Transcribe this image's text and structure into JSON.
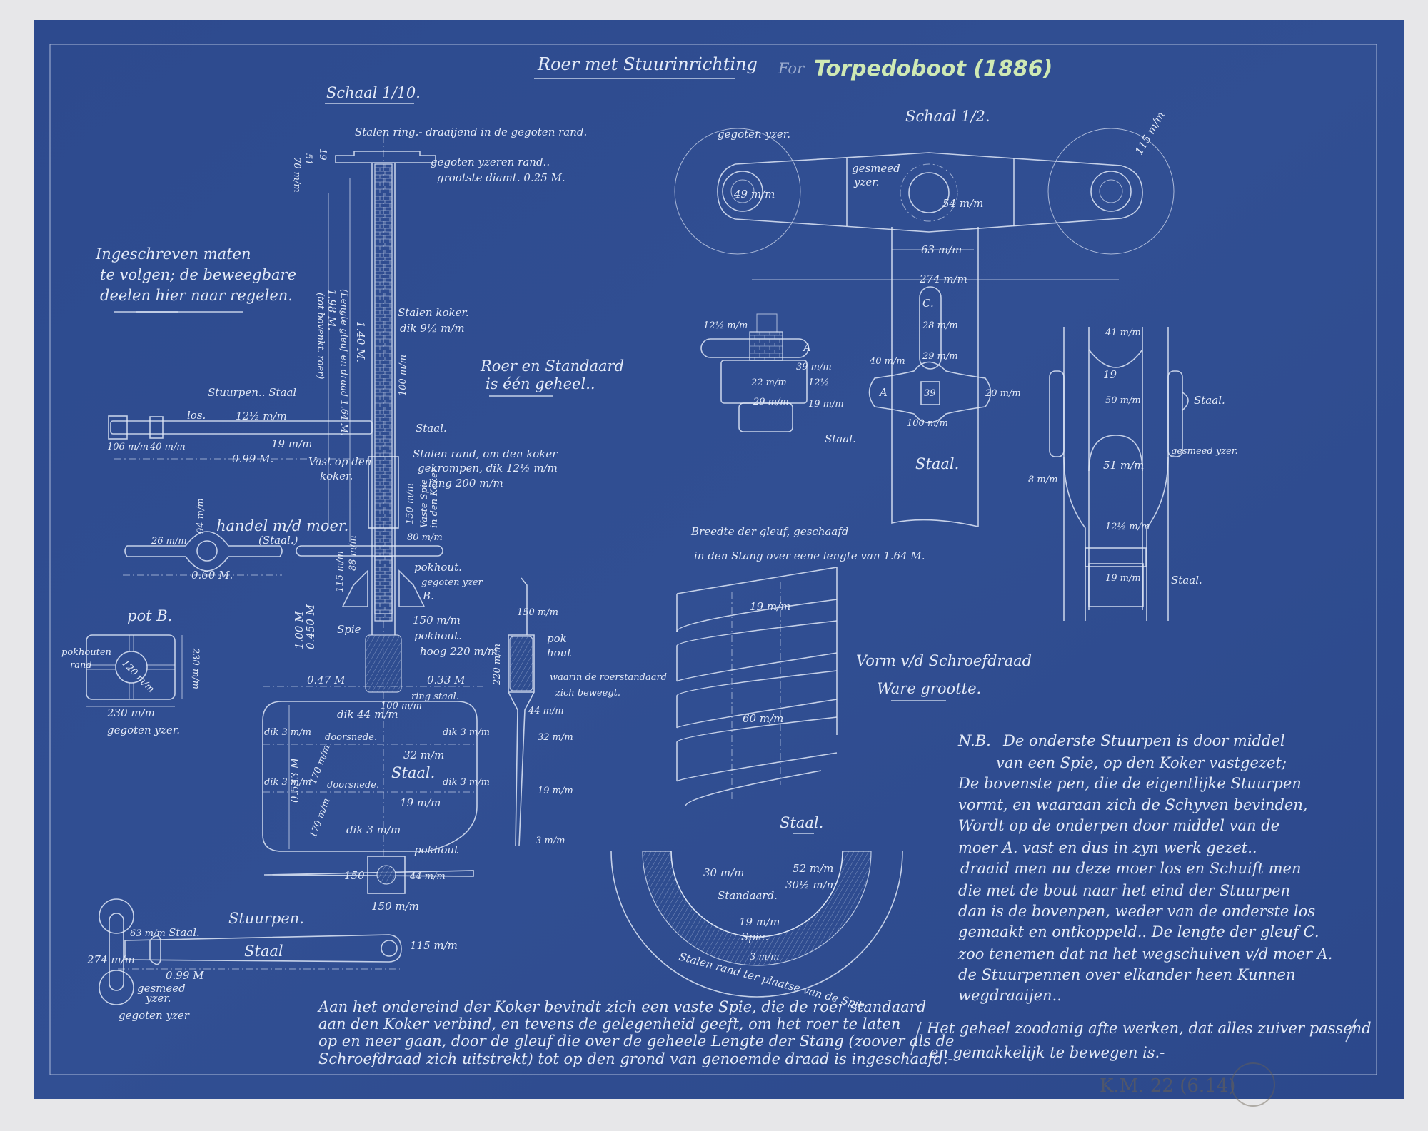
{
  "title": {
    "main": "Roer met Stuurinrichting",
    "prefix": "For",
    "vessel": "Torpedoboot (1886)"
  },
  "scales": {
    "left": "Schaal 1/10.",
    "right": "Schaal 1/2."
  },
  "colors": {
    "paper": "#2f4d90",
    "ink": "#e3eaf8",
    "title_green": "#cfe9b4",
    "margin": "#e7e7e9"
  },
  "notes": {
    "instructions": [
      "Ingeschreven maten",
      "te volgen; de beweegbare",
      "deelen hier naar regelen."
    ],
    "roer_standaard": [
      "Roer en Standaard",
      "is één geheel.."
    ],
    "breedte": [
      "Breedte der gleuf, geschaafd",
      "in den Stang over eene lengte van 1.64 M."
    ],
    "vorm": [
      "Vorm v/d Schroefdraad",
      "Ware grootte."
    ],
    "bottom_paragraph": [
      "Aan het ondereind der Koker bevindt zich een vaste Spie, die de roer standaard",
      "aan den Koker verbind, en tevens de gelegenheid geeft, om het roer te laten",
      "op en neer gaan, door de gleuf die over de geheele Lengte der Stang (zoover als de",
      "Schroefdraad zich uitstrekt) tot op den grond van genoemde draad is ingeschaafd.-"
    ],
    "nb_label": "N.B.",
    "nb_lines": [
      "De onderste Stuurpen is door middel",
      "van een Spie, op den Koker vastgezet;",
      "De bovenste pen, die de eigentlijke Stuurpen",
      "vormt, en waaraan zich de Schyven bevinden,",
      "Wordt op de onderpen door middel van de",
      "moer A. vast en dus in zyn werk gezet..",
      "draaid men nu deze moer los en Schuift men",
      "die met de bout naar het eind der Stuurpen",
      "dan is de bovenpen, weder van de onderste los",
      "gemaakt en ontkoppeld.. De lengte der gleuf C.",
      "zoo tenemen dat na het wegschuiven v/d moer A.",
      "de Stuurpennen over elkander heen Kunnen",
      "wegdraaijen.."
    ],
    "final_note": [
      "Het geheel zoodanig afte werken, dat alles zuiver passend",
      "en gemakkelijk te bewegen is.-"
    ]
  },
  "labels": {
    "stalen_ring": "Stalen ring.- draaijend in de gegoten rand.",
    "gegoten_rand": "gegoten yzeren rand..",
    "grootste_diam": "grootste diamt. 0.25 M.",
    "dim_19": "19",
    "dim_51": "51",
    "dim_70": "70 m/m",
    "dim_198": "1.98 M.",
    "tot_roer": "(tot bovenkt. roer)",
    "dim_140": "1.40 M.",
    "lengte_gleuf": "(Lengte gleuf en draad 1.64 M.",
    "stalen_koker": "Stalen koker.",
    "dik_koker": "dik 9½ m/m",
    "stuurpen_staal": "Stuurpen.. Staal",
    "los": "los.",
    "dim_12half": "12½ m/m",
    "dim_19mm": "19 m/m",
    "dim_106": "106 m/m",
    "dim_40": "40 m/m",
    "dim_099": "0.99 M.",
    "vast_op": "Vast op den",
    "koker": "koker.",
    "dim_100": "100 m/m",
    "staal": "Staal.",
    "stalen_rand": [
      "Stalen rand, om den koker",
      "gekrompen, dik 12½ m/m",
      "lang 200 m/m"
    ],
    "dim_150v": "150 m/m",
    "vaste_spie": [
      "Vaste Spie",
      "in den Koker"
    ],
    "handel": "handel m/d moer.",
    "handel_staal": "(Staal.)",
    "dim_94": "94 m/m",
    "dim_26": "26 m/m",
    "dim_060": "0.60 M.",
    "dim_80": "80 m/m",
    "dim_88": "88 m/m",
    "dim_115": "115 m/m",
    "pokhout": "pokhout.",
    "gegoten_yzer_b": "gegoten yzer",
    "b": "B.",
    "pot_b": "pot B.",
    "pokhouten_rand": [
      "pokhouten",
      "rand"
    ],
    "dim_120": "120 m/m",
    "dim_230v": "230 m/m",
    "dim_230h": "230 m/m",
    "gegoten_yzer": "gegoten yzer.",
    "dim_100m": "1.00 M",
    "dim_0450": "0.450 M",
    "spie": "Spie",
    "dim_150h": "150 m/m",
    "pokhout_hoog": [
      "pokhout.",
      "hoog 220 m/m"
    ],
    "dim_047": "0.47 M",
    "dim_033": "0.33 M",
    "ring_staal": "ring staal.",
    "dim_100b": "100 m/m",
    "dik_44": "dik 44 m/m",
    "dik3": "dik 3 m/m",
    "doorsnede": "doorsnede.",
    "dim_32": "32 m/m",
    "blade_staal": "Staal.",
    "dim_0533": "0.533 M",
    "dim_170": "170 m/m",
    "dik_3_bottom": "dik 3 m/m",
    "side_150": "150 m/m",
    "side_220": "220 m/m",
    "pok_hout": [
      "pok",
      "hout"
    ],
    "waarin": [
      "waarin de roerstandaard",
      "zich beweegt."
    ],
    "side_44": "44 m/m",
    "side_32": "32 m/m",
    "side_19": "19 m/m",
    "side_3": "3 m/m",
    "pokhout_bottom": "pokhout",
    "pb_150": "150",
    "pb_44": "44 m/m",
    "pb_150b": "150 m/m",
    "stuurpen": "Stuurpen.",
    "sp_274": "274 m/m",
    "sp_63": "63 m/m",
    "sp_staal1": "Staal.",
    "sp_staal2": "Staal",
    "sp_115": "115 m/m",
    "sp_099": "0.99 M",
    "sp_gesmeed": [
      "gesmeed",
      "yzer."
    ],
    "sp_gegoten": "gegoten yzer",
    "r_gegoten": "gegoten yzer.",
    "r_gesmeed": [
      "gesmeed",
      "yzer."
    ],
    "r_49": "49 m/m",
    "r_54": "54 m/m",
    "r_115": "115 m/m",
    "r_63": "63 m/m",
    "r_274": "274 m/m",
    "nut_12half": "12½ m/m",
    "nut_a": "A",
    "nut_39": "39 m/m",
    "nut_12half_b": "12½",
    "nut_22": "22 m/m",
    "nut_29": "29 m/m",
    "nut_19": "19 m/m",
    "nut_staal": "Staal.",
    "slot_c": "C.",
    "slot_28": "28 m/m",
    "slot_29": "29 m/m",
    "slot_40": "40 m/m",
    "cross_a": "A",
    "cross_39": "39",
    "cross_20": "20 m/m",
    "cross_100": "100 m/m",
    "stem_staal": "Staal.",
    "p_41": "41 m/m",
    "p_19": "19",
    "p_50": "50 m/m",
    "p_staal": "Staal.",
    "p_gesmeed": "gesmeed yzer.",
    "p_51": "51 m/m",
    "p_8": "8 m/m",
    "p_12half": "12½ m/m",
    "p_19b": "19 m/m",
    "p_staal2": "Staal.",
    "sp19": "19 m/m",
    "sp60": "60 m/m",
    "spiral_staal": "Staal.",
    "sec_30": "30 m/m",
    "sec_52": "52 m/m",
    "sec_30half": "30½ m/m",
    "sec_standaard": "Standaard.",
    "sec_19": "19 m/m",
    "sec_spie": "Spie.",
    "sec_3": "3 m/m",
    "sec_rand": "Stalen rand ter plaatse van de Spie"
  },
  "stamp": "K.M. 22 (6.14)"
}
